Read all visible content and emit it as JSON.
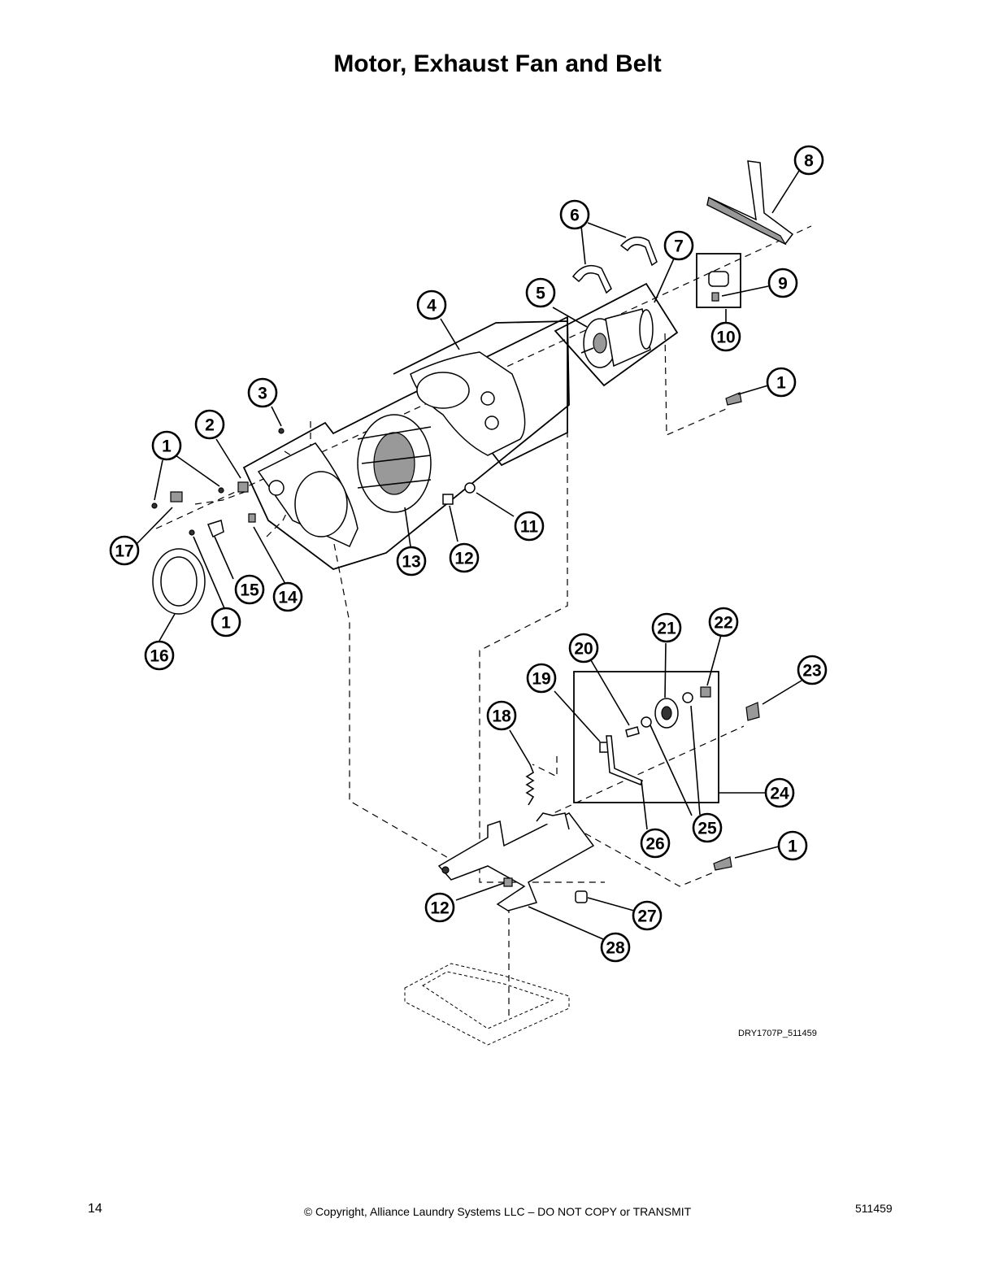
{
  "title": "Motor, Exhaust Fan and Belt",
  "drawing_code": "DRY1707P_511459",
  "footer": {
    "page_number": "14",
    "copyright": "© Copyright, Alliance Laundry Systems LLC – DO NOT COPY or TRANSMIT",
    "document_number": "511459"
  },
  "callouts": {
    "c1a": "1",
    "c1b": "1",
    "c1c": "1",
    "c1d": "1",
    "c2": "2",
    "c3": "3",
    "c4": "4",
    "c5": "5",
    "c6": "6",
    "c7": "7",
    "c8": "8",
    "c9": "9",
    "c10": "10",
    "c11": "11",
    "c12a": "12",
    "c12b": "12",
    "c13": "13",
    "c14": "14",
    "c15": "15",
    "c16": "16",
    "c17": "17",
    "c18": "18",
    "c19": "19",
    "c20": "20",
    "c21": "21",
    "c22": "22",
    "c23": "23",
    "c24": "24",
    "c25": "25",
    "c26": "26",
    "c27": "27",
    "c28": "28"
  }
}
